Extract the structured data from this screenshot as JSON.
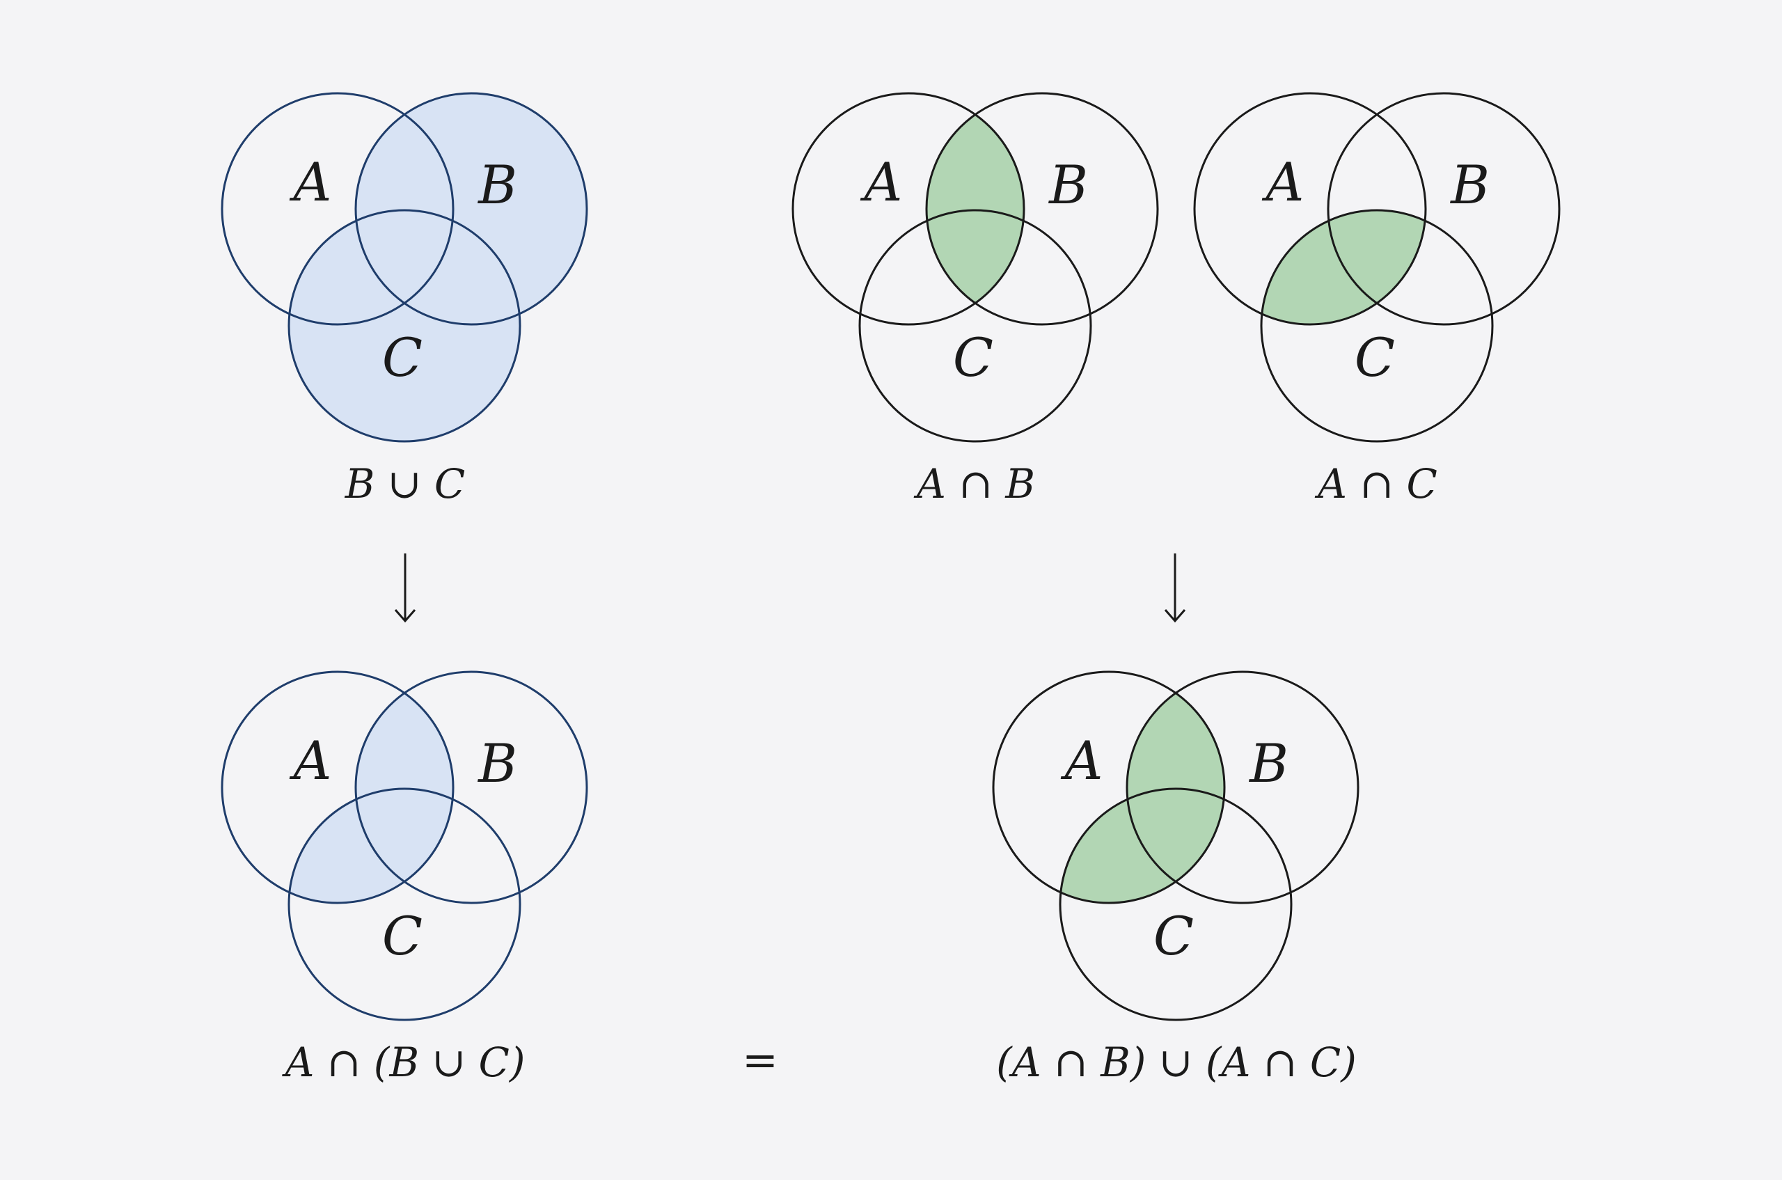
{
  "colors": {
    "background": "#f4f4f6",
    "blue_fill": "#d8e3f4",
    "blue_stroke": "#1f3d6b",
    "green_fill": "#b2d6b4",
    "black_stroke": "#1a1a1a"
  },
  "set_names": [
    "A",
    "B",
    "C"
  ],
  "diagrams": [
    {
      "id": "b-union-c",
      "caption": "B ∪ C",
      "style": "blue",
      "shaded_regions": [
        "B",
        "C"
      ]
    },
    {
      "id": "a-intersect-b",
      "caption": "A ∩ B",
      "style": "green",
      "shaded_regions": [
        "A∩B"
      ]
    },
    {
      "id": "a-intersect-c",
      "caption": "A ∩ C",
      "style": "green",
      "shaded_regions": [
        "A∩C"
      ]
    },
    {
      "id": "a-intersect-b-union-c",
      "caption": "A ∩ (B ∪ C)",
      "style": "blue",
      "shaded_regions": [
        "A∩B",
        "A∩C"
      ]
    },
    {
      "id": "ab-union-ac",
      "caption": "(A ∩ B) ∪ (A ∩ C)",
      "style": "green",
      "shaded_regions": [
        "A∩B",
        "A∩C"
      ]
    }
  ],
  "arrows": [
    {
      "id": "left-arrow",
      "symbol": "↓"
    },
    {
      "id": "right-arrow",
      "symbol": "↓"
    }
  ],
  "equals_sign": "="
}
